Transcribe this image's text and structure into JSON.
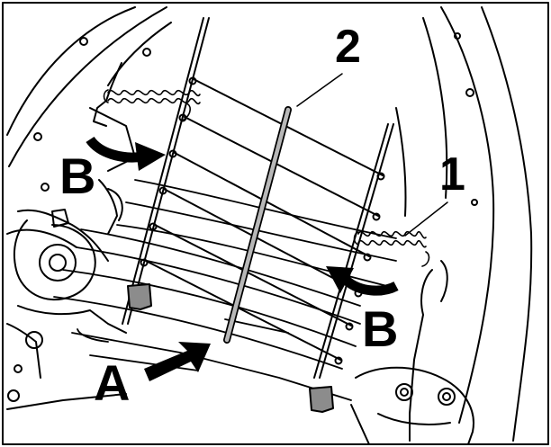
{
  "diagram": {
    "callouts": {
      "part_2": "2",
      "part_1": "1",
      "arrow_a": "A",
      "direction_b_left": "B",
      "direction_b_right": "B"
    },
    "colors": {
      "line": "#000000",
      "rod_fill": "#b8b8b8",
      "bracket_fill": "#8c8c8c",
      "background": "#ffffff"
    }
  }
}
